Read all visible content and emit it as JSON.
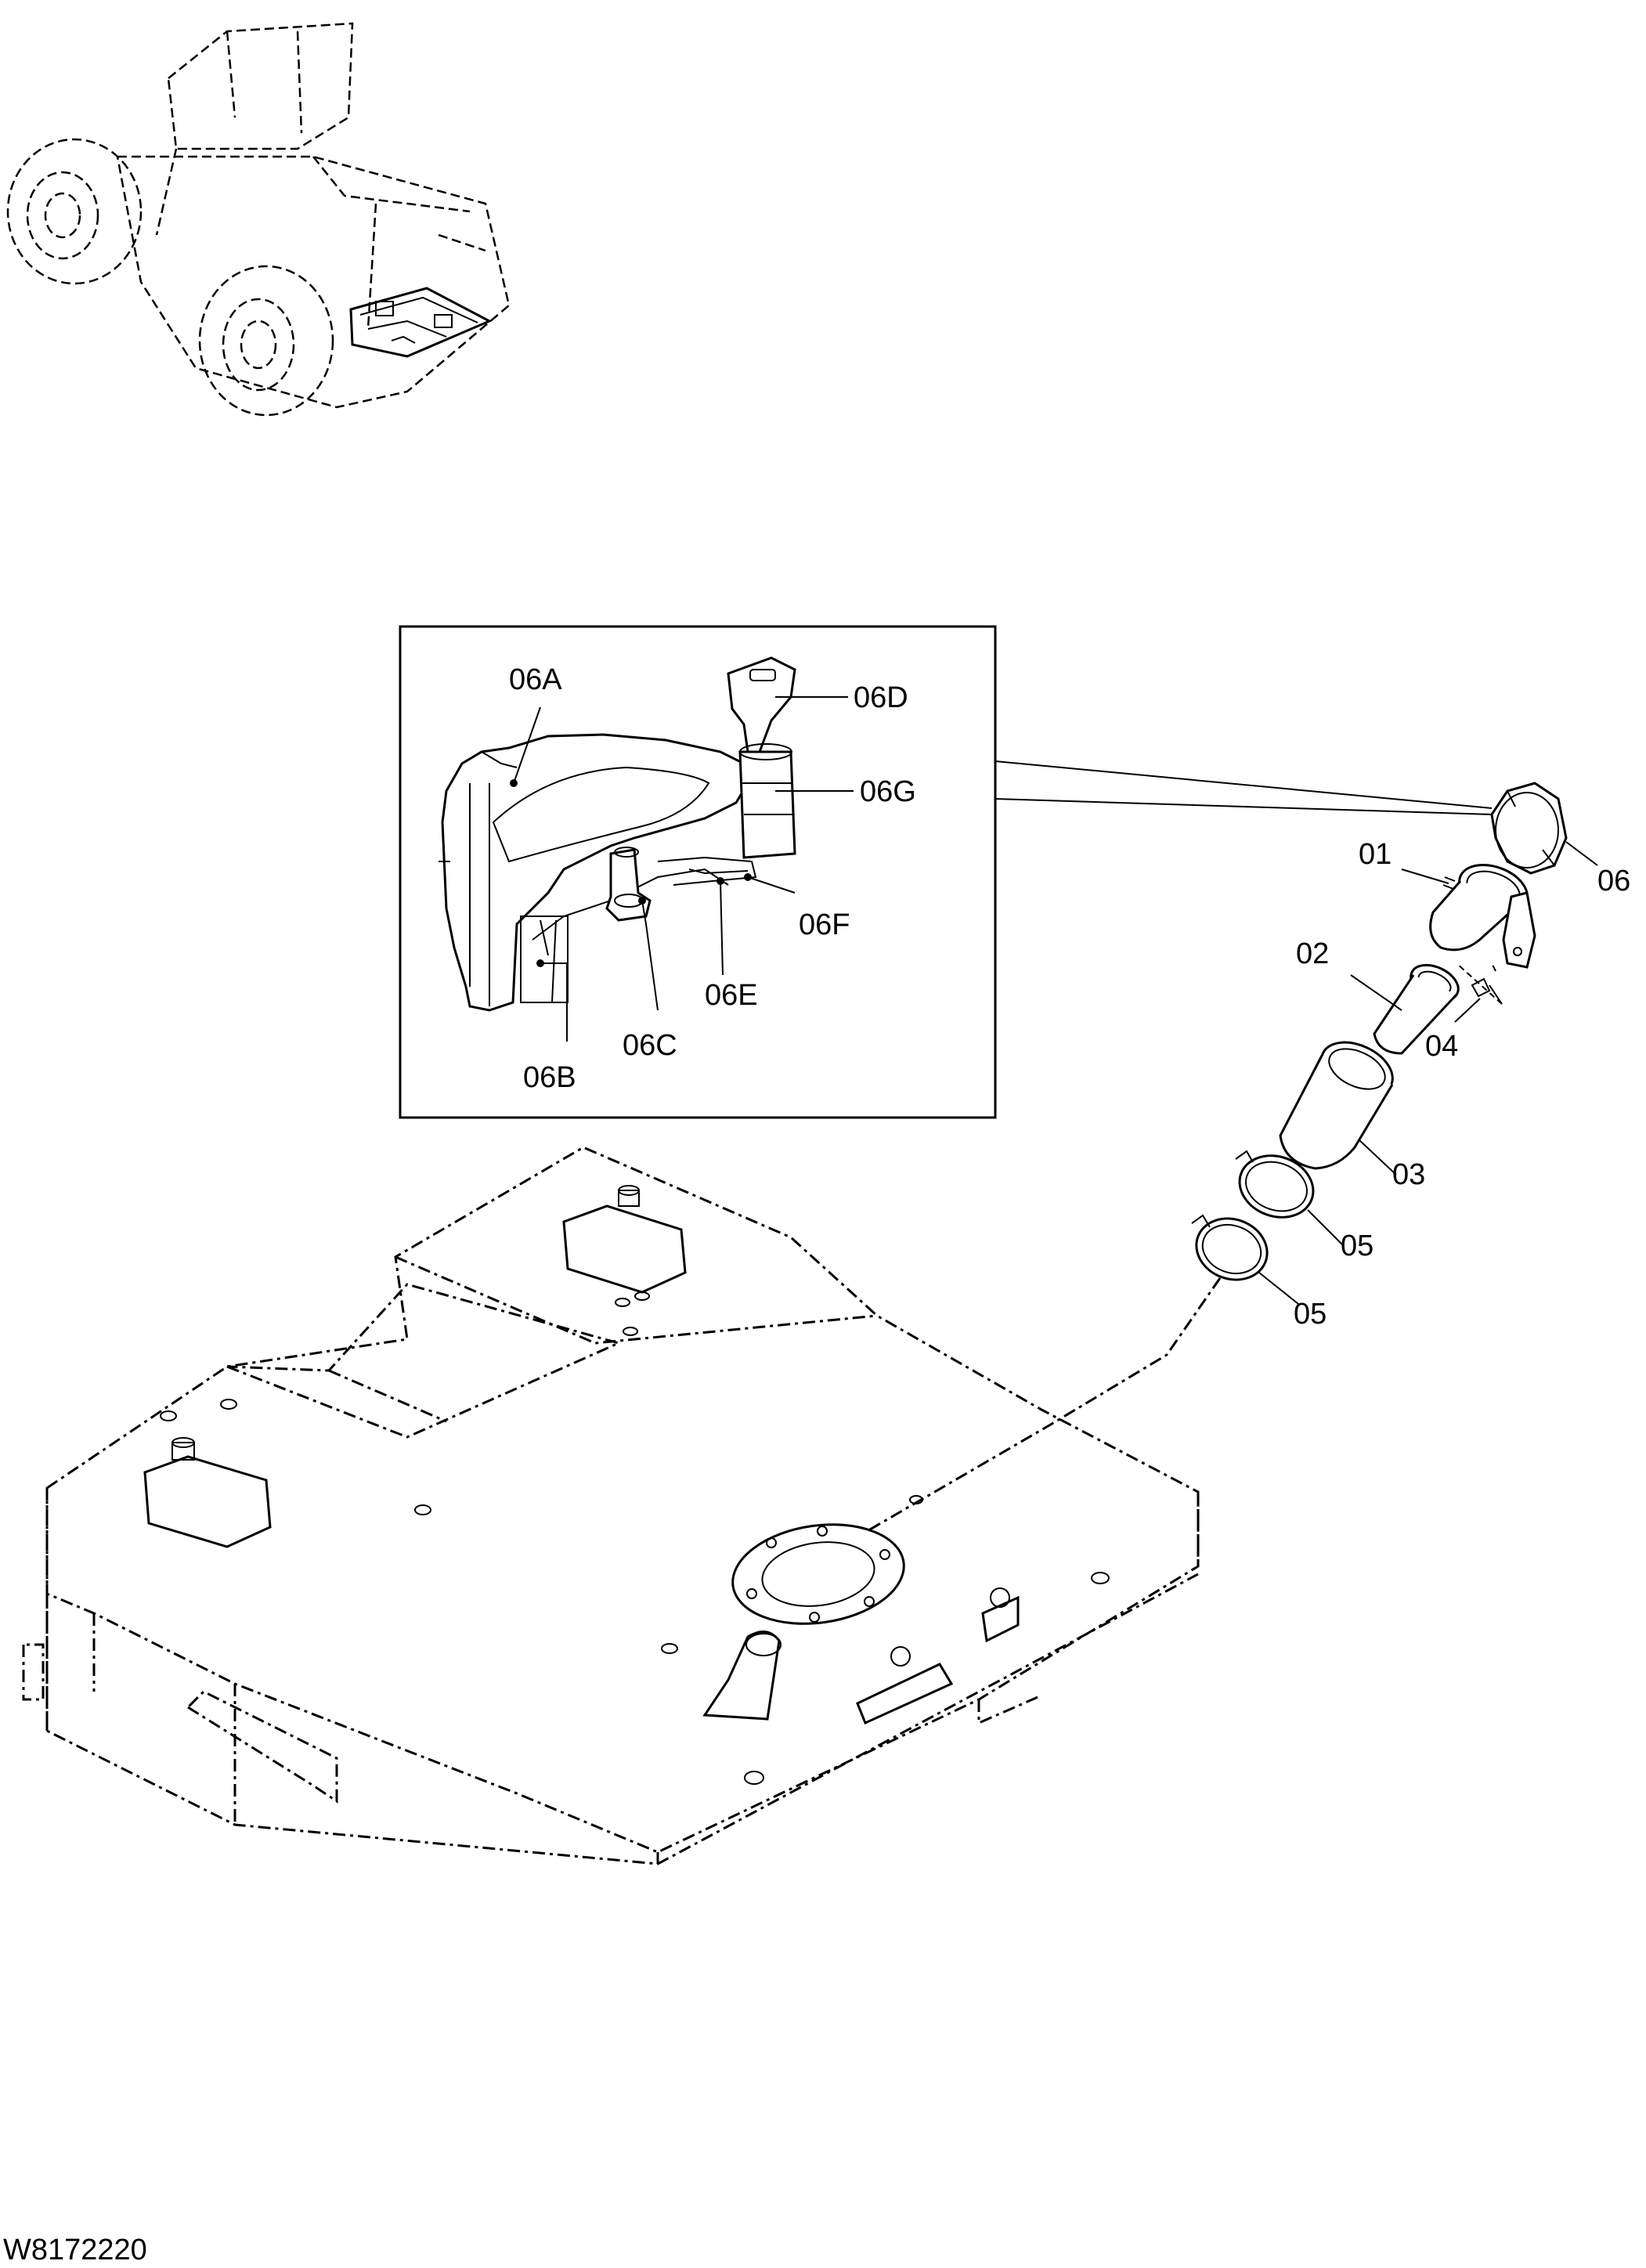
{
  "drawing_code": "W8172220",
  "callouts": {
    "p01": "01",
    "p02": "02",
    "p03": "03",
    "p04": "04",
    "p05a": "05",
    "p05b": "05",
    "p06": "06",
    "p06A": "06A",
    "p06B": "06B",
    "p06C": "06C",
    "p06D": "06D",
    "p06E": "06E",
    "p06F": "06F",
    "p06G": "06G"
  }
}
